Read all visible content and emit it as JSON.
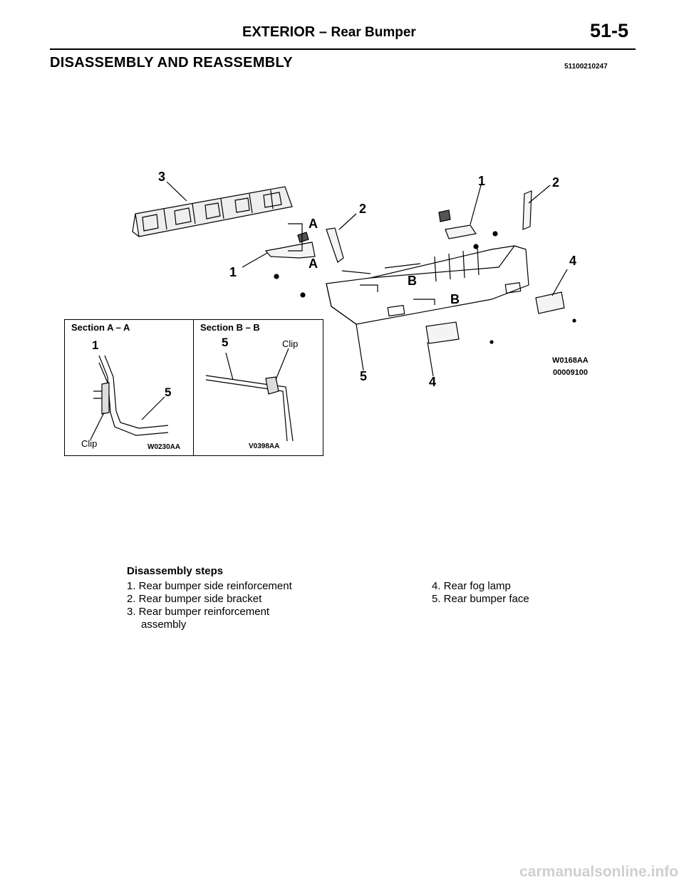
{
  "header": {
    "title_main": "EXTERIOR",
    "title_sep": "–",
    "title_sub": "Rear Bumper",
    "page_number": "51-5"
  },
  "section": {
    "title": "DISASSEMBLY AND REASSEMBLY",
    "code": "51100210247"
  },
  "figure": {
    "callouts": [
      "3",
      "1",
      "2",
      "2",
      "4",
      "1",
      "5",
      "4"
    ],
    "section_markers": [
      "A",
      "A",
      "B",
      "B"
    ],
    "figure_code": "W0168AA",
    "figure_number": "00009100",
    "inset_a": {
      "title": "Section A – A",
      "callouts": [
        "1",
        "5"
      ],
      "label": "Clip",
      "code": "W0230AA"
    },
    "inset_b": {
      "title": "Section B – B",
      "callouts": [
        "5"
      ],
      "label": "Clip",
      "code": "V0398AA"
    }
  },
  "steps": {
    "title": "Disassembly steps",
    "left": [
      "1. Rear bumper side reinforcement",
      "2. Rear bumper side bracket",
      "3. Rear bumper reinforcement",
      "assembly"
    ],
    "right": [
      "4. Rear fog lamp",
      "5. Rear bumper face"
    ]
  },
  "watermark": "carmanualsonline.info"
}
